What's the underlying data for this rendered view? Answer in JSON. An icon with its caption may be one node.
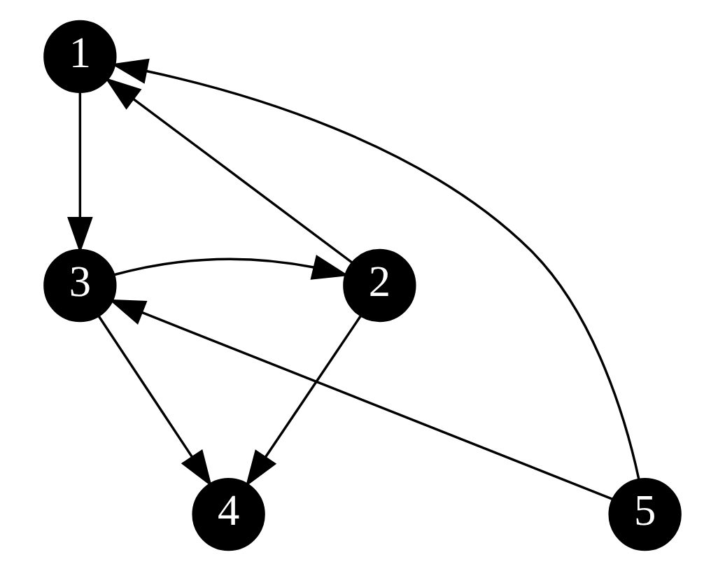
{
  "diagram": {
    "nodes": [
      {
        "text": [
          "1"
        ]
      },
      {
        "text": [
          "2"
        ]
      },
      {
        "text": [
          "3"
        ]
      },
      {
        "text": [
          "4"
        ]
      },
      {
        "text": [
          "5"
        ]
      }
    ],
    "edges": [
      {
        "from": 1,
        "to": 0,
        "arrow": "to"
      },
      {
        "from": 0,
        "to": 2,
        "arrow": "to"
      },
      {
        "from": 2,
        "to": 1,
        "arrow": "to"
      },
      {
        "from": 1,
        "to": 3,
        "arrow": "to"
      },
      {
        "from": 2,
        "to": 3,
        "arrow": "to"
      },
      {
        "from": 4,
        "to": 0,
        "arrow": "to"
      },
      {
        "from": 4,
        "to": 2,
        "arrow": "to"
      }
    ]
  }
}
